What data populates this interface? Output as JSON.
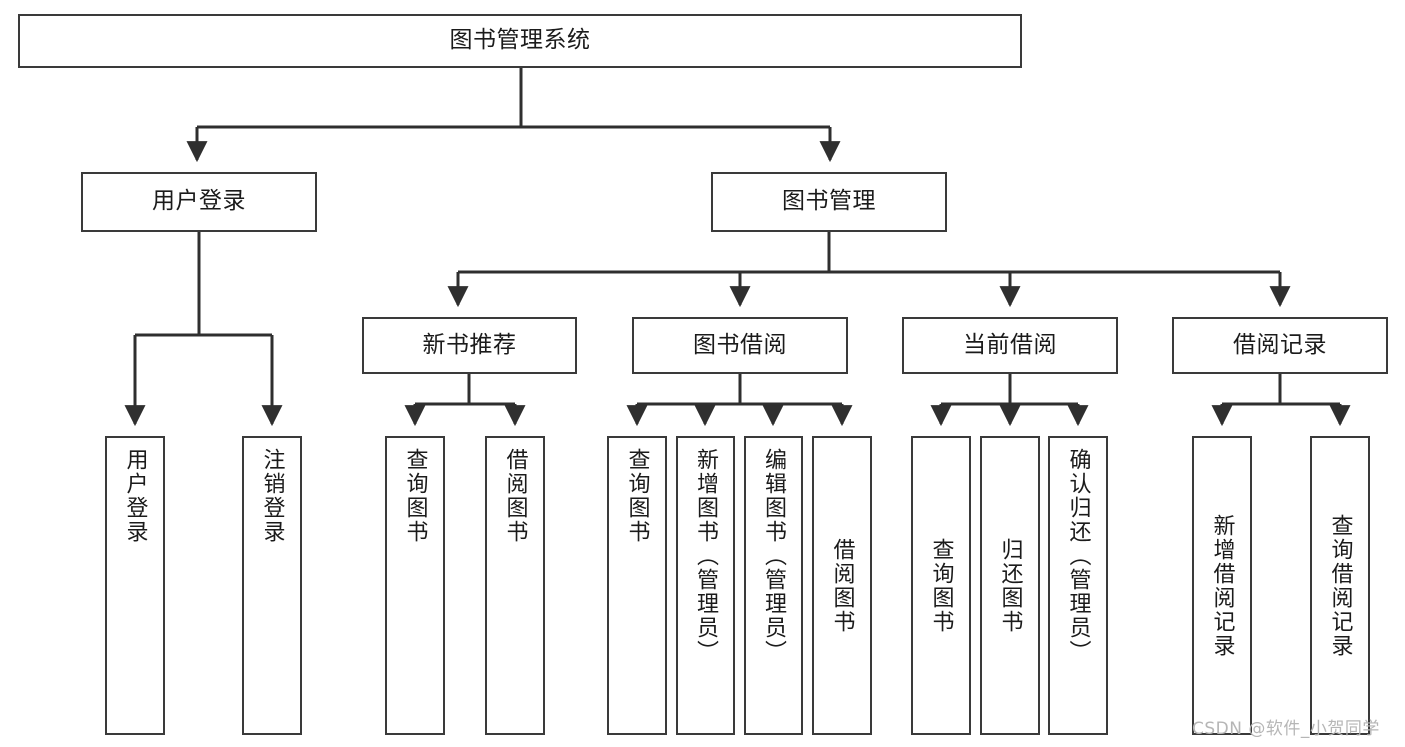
{
  "diagram": {
    "title": "图书管理系统",
    "type": "tree-hierarchy-diagram",
    "colors": {
      "box_border": "#3a3a3a",
      "box_fill": "#ffffff",
      "edge": "#2f2f2f",
      "text": "#1b1b1b",
      "watermark": "#b6b6b6"
    },
    "root": {
      "label": "图书管理系统"
    },
    "level2": [
      {
        "id": "user-login",
        "label": "用户登录"
      },
      {
        "id": "book-management",
        "label": "图书管理"
      }
    ],
    "level3": [
      {
        "id": "new-book-recommend",
        "label": "新书推荐"
      },
      {
        "id": "book-borrow",
        "label": "图书借阅"
      },
      {
        "id": "current-borrow",
        "label": "当前借阅"
      },
      {
        "id": "borrow-record",
        "label": "借阅记录"
      }
    ],
    "leaves": {
      "user_login": [
        {
          "id": "leaf-user-login",
          "label": "用户登录"
        },
        {
          "id": "leaf-logout-login",
          "label": "注销登录"
        }
      ],
      "new_book_recommend": [
        {
          "id": "leaf-query-book-1",
          "label": "查询图书"
        },
        {
          "id": "leaf-borrow-book-1",
          "label": "借阅图书"
        }
      ],
      "book_borrow": [
        {
          "id": "leaf-query-book-2",
          "label": "查询图书"
        },
        {
          "id": "leaf-add-book",
          "label": "新增图书（管理员）"
        },
        {
          "id": "leaf-edit-book",
          "label": "编辑图书（管理员）"
        },
        {
          "id": "leaf-borrow-book-2",
          "label": "借阅图书"
        }
      ],
      "current_borrow": [
        {
          "id": "leaf-query-book-3",
          "label": "查询图书"
        },
        {
          "id": "leaf-return-book",
          "label": "归还图书"
        },
        {
          "id": "leaf-confirm-return",
          "label": "确认归还（管理员）"
        }
      ],
      "borrow_record": [
        {
          "id": "leaf-add-borrow-record",
          "label": "新增借阅记录"
        },
        {
          "id": "leaf-query-borrow-record",
          "label": "查询借阅记录"
        }
      ]
    }
  },
  "watermark": {
    "text": "CSDN @软件_小贺同学"
  }
}
